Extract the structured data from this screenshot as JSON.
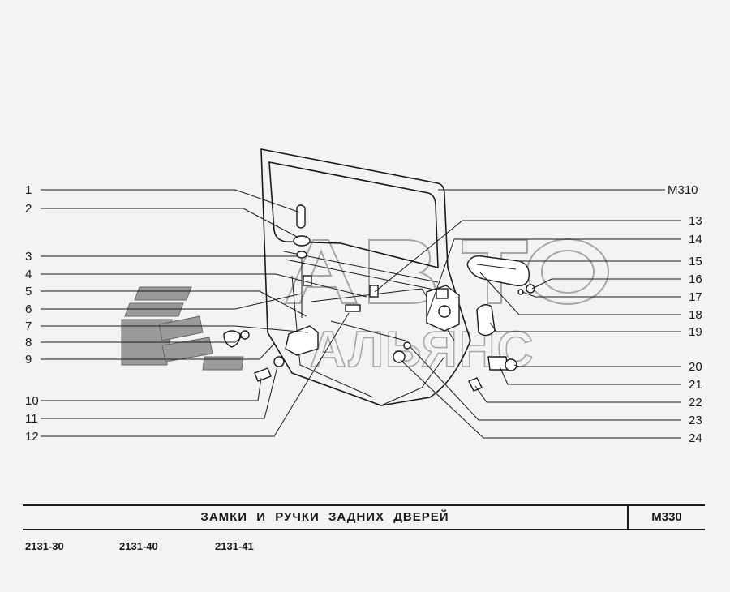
{
  "diagram": {
    "ref_code": "М310",
    "callouts": [
      "1",
      "2",
      "3",
      "4",
      "5",
      "6",
      "7",
      "8",
      "9",
      "10",
      "11",
      "12",
      "13",
      "14",
      "15",
      "16",
      "17",
      "18",
      "19",
      "20",
      "21",
      "22",
      "23",
      "24"
    ]
  },
  "watermark": {
    "word1": "АВТО",
    "word2": "АЛЬЯНС"
  },
  "footer": {
    "title": "ЗАМКИ  И  РУЧКИ  ЗАДНИХ  ДВЕРЕЙ",
    "code": "М330",
    "models": [
      "2131-30",
      "2131-40",
      "2131-41"
    ]
  }
}
